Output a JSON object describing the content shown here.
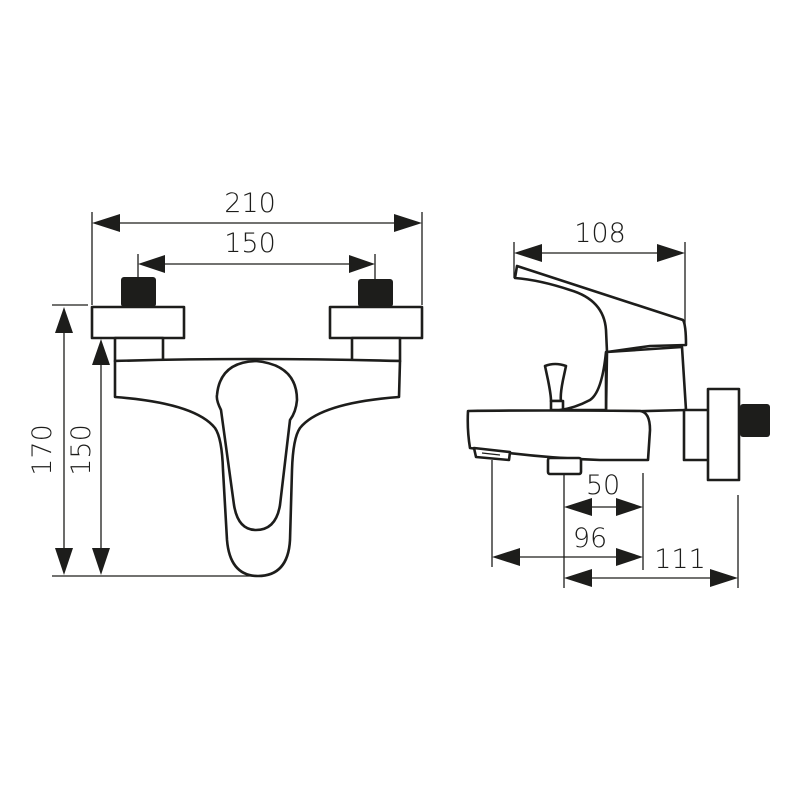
{
  "drawing": {
    "type": "technical-dimension-drawing",
    "subject": "wall-mounted bath/shower mixer",
    "line_color": "#1d1d1b",
    "background": "#ffffff"
  },
  "front_view": {
    "dimensions": {
      "overall_width": "210",
      "inlet_centers": "150",
      "overall_height": "170",
      "inlet_height": "150"
    }
  },
  "side_view": {
    "dimensions": {
      "lever_length": "108",
      "spout_offset": "50",
      "spout_reach": "96",
      "wall_projection": "111"
    }
  }
}
